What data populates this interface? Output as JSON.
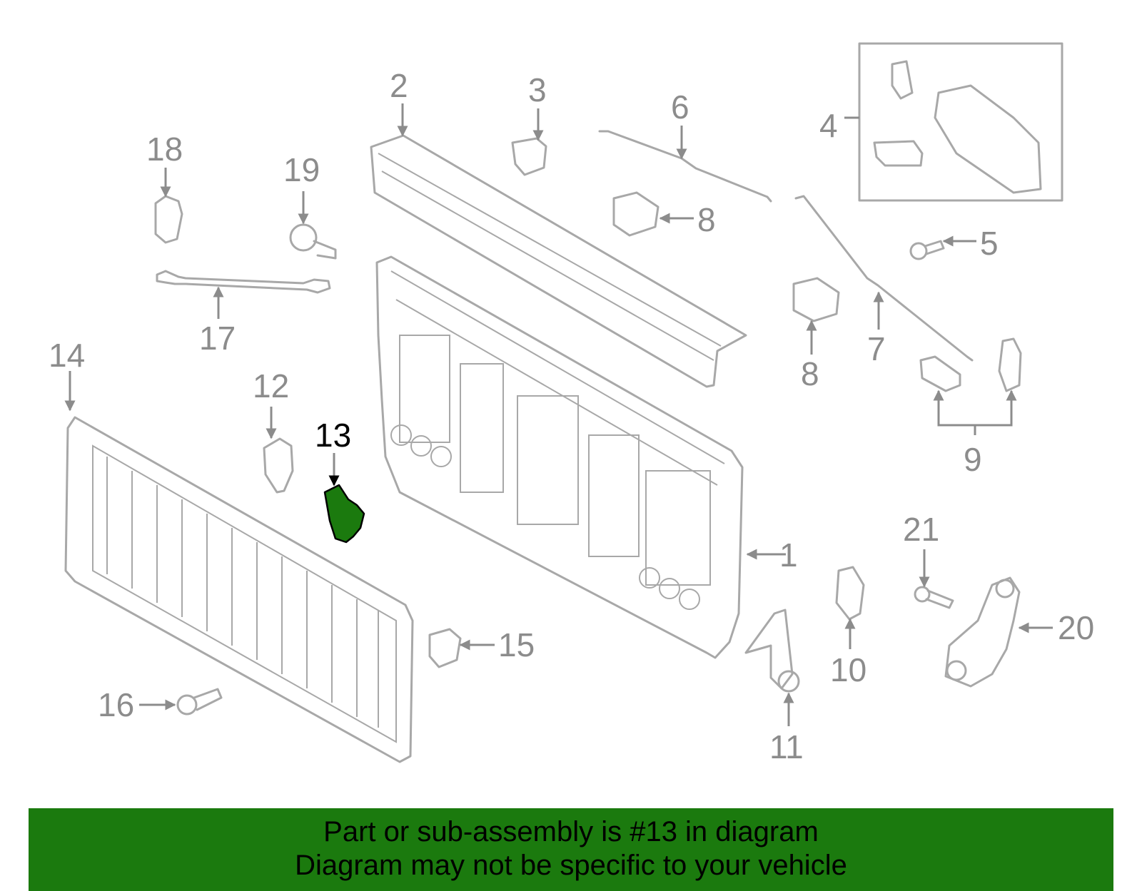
{
  "diagram": {
    "highlight_color": "#1b7a0e",
    "highlighted_part": "13",
    "callouts": [
      "1",
      "2",
      "3",
      "4",
      "5",
      "6",
      "7",
      "8",
      "8",
      "9",
      "10",
      "11",
      "12",
      "13",
      "14",
      "15",
      "16",
      "17",
      "18",
      "19",
      "20",
      "21"
    ]
  },
  "banner": {
    "line1": "Part or sub-assembly is #13 in diagram",
    "line2": "Diagram may not be specific to your vehicle"
  }
}
